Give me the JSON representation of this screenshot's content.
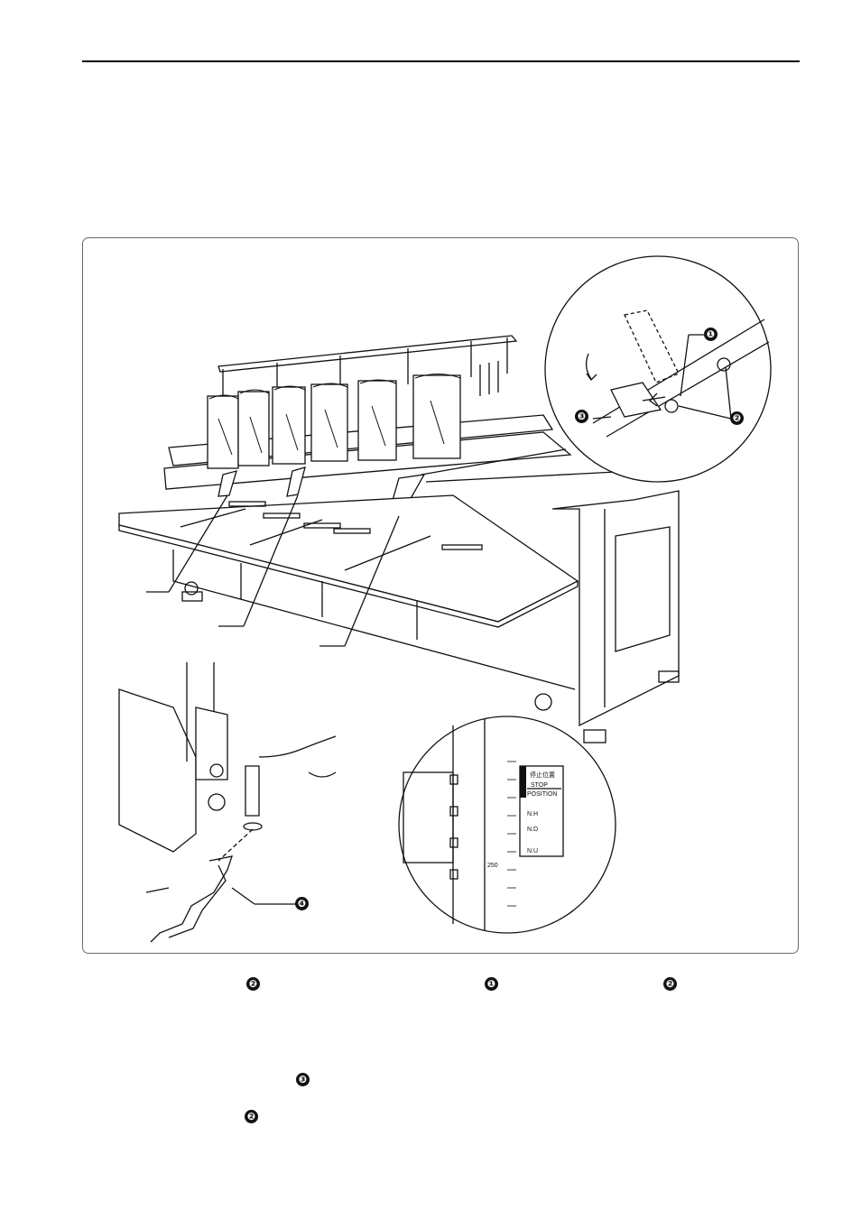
{
  "figure": {
    "callouts": [
      "❶",
      "❷",
      "❸",
      "❷",
      "❹"
    ],
    "scale": {
      "label_jp": "停止位置",
      "label_stop": "STOP",
      "label_position": "POSITION",
      "nh": "N.H",
      "nd": "N.D",
      "nu": "N.U",
      "tick_250": "250"
    }
  },
  "body": {
    "markers": [
      "❷",
      "❶",
      "❷",
      "❸",
      "❷"
    ]
  }
}
